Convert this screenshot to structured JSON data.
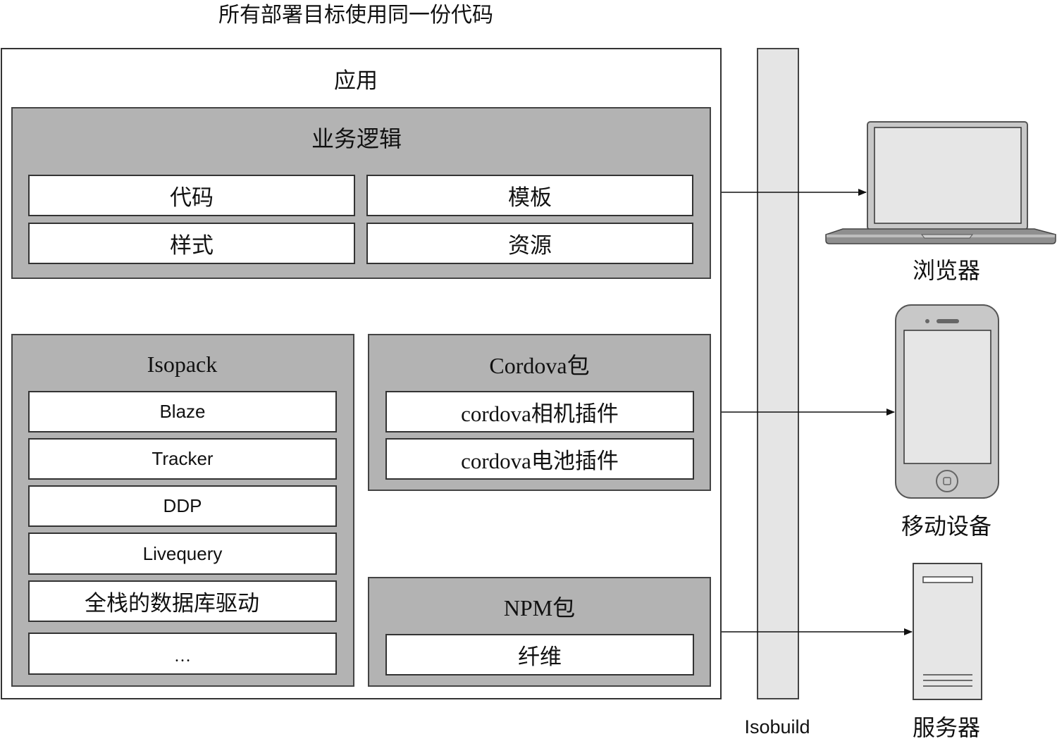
{
  "title": "所有部署目标使用同一份代码",
  "app": {
    "label": "应用",
    "business_logic": {
      "label": "业务逻辑",
      "items": [
        "代码",
        "模板",
        "样式",
        "资源"
      ]
    },
    "isopack": {
      "label": "Isopack",
      "items": [
        "Blaze",
        "Tracker",
        "DDP",
        "Livequery",
        "全栈的数据库驱动",
        "…"
      ]
    },
    "cordova": {
      "label": "Cordova包",
      "items": [
        "cordova相机插件",
        "cordova电池插件"
      ]
    },
    "npm": {
      "label": "NPM包",
      "items": [
        "纤维"
      ]
    }
  },
  "isobuild": {
    "label": "Isobuild"
  },
  "targets": [
    {
      "label": "浏览器",
      "icon": "laptop-icon"
    },
    {
      "label": "移动设备",
      "icon": "phone-icon"
    },
    {
      "label": "服务器",
      "icon": "server-icon"
    }
  ],
  "colors": {
    "group_fill": "#b3b3b3",
    "bar_fill": "#e5e5e5",
    "box_fill": "#ffffff",
    "border": "#444444",
    "device_fill": "#c8c8c8",
    "screen_fill": "#e6e6e6"
  }
}
